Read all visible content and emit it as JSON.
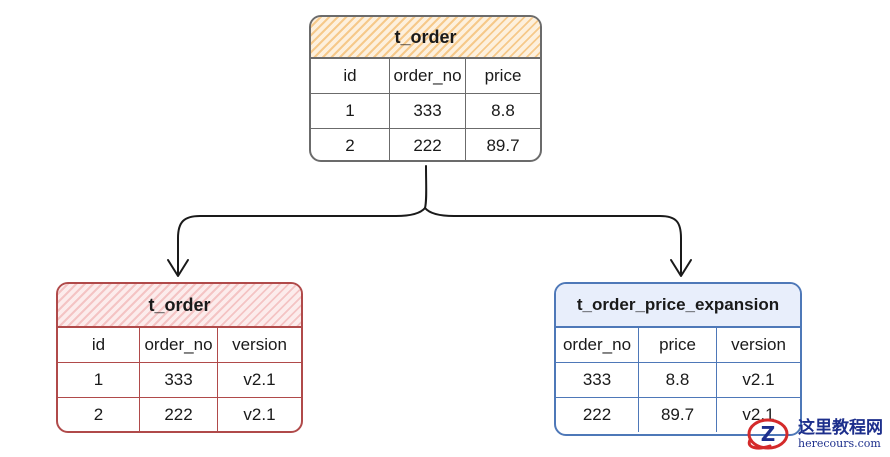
{
  "diagram": {
    "parent_table": {
      "name": "t_order",
      "columns": [
        "id",
        "order_no",
        "price"
      ],
      "rows": [
        [
          "1",
          "333",
          "8.8"
        ],
        [
          "2",
          "222",
          "89.7"
        ]
      ],
      "accent_color": "#f6c98a"
    },
    "child_tables": [
      {
        "name": "t_order",
        "columns": [
          "id",
          "order_no",
          "version"
        ],
        "rows": [
          [
            "1",
            "333",
            "v2.1"
          ],
          [
            "2",
            "222",
            "v2.1"
          ]
        ],
        "accent_color": "#b04a4a"
      },
      {
        "name": "t_order_price_expansion",
        "columns": [
          "order_no",
          "price",
          "version"
        ],
        "rows": [
          [
            "333",
            "8.8",
            "v2.1"
          ],
          [
            "222",
            "89.7",
            "v2.1"
          ]
        ],
        "accent_color": "#4e78b8"
      }
    ]
  },
  "watermark": {
    "site_name_cn": "这里教程网",
    "site_url": "herecours.com",
    "logo_letter": "Z"
  }
}
